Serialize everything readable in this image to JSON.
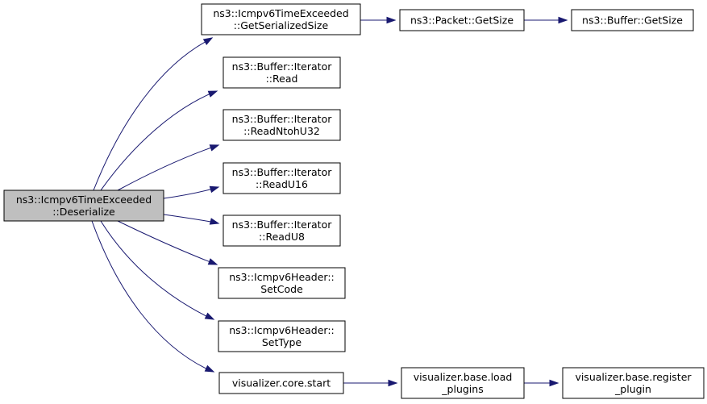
{
  "nodes": [
    {
      "id": "deserialize",
      "lines": [
        "ns3::Icmpv6TimeExceeded",
        "::Deserialize"
      ],
      "highlight": true
    },
    {
      "id": "get_serialized_size",
      "lines": [
        "ns3::Icmpv6TimeExceeded",
        "::GetSerializedSize"
      ]
    },
    {
      "id": "packet_get_size",
      "lines": [
        "ns3::Packet::GetSize"
      ]
    },
    {
      "id": "buffer_get_size",
      "lines": [
        "ns3::Buffer::GetSize"
      ]
    },
    {
      "id": "iterator_read",
      "lines": [
        "ns3::Buffer::Iterator",
        "::Read"
      ]
    },
    {
      "id": "iterator_read_ntohu32",
      "lines": [
        "ns3::Buffer::Iterator",
        "::ReadNtohU32"
      ]
    },
    {
      "id": "iterator_read_u16",
      "lines": [
        "ns3::Buffer::Iterator",
        "::ReadU16"
      ]
    },
    {
      "id": "iterator_read_u8",
      "lines": [
        "ns3::Buffer::Iterator",
        "::ReadU8"
      ]
    },
    {
      "id": "set_code",
      "lines": [
        "ns3::Icmpv6Header::",
        "SetCode"
      ]
    },
    {
      "id": "set_type",
      "lines": [
        "ns3::Icmpv6Header::",
        "SetType"
      ]
    },
    {
      "id": "core_start",
      "lines": [
        "visualizer.core.start"
      ]
    },
    {
      "id": "load_plugins",
      "lines": [
        "visualizer.base.load",
        "_plugins"
      ]
    },
    {
      "id": "register_plugin",
      "lines": [
        "visualizer.base.register",
        "_plugin"
      ]
    }
  ],
  "edges": [
    {
      "from": "deserialize",
      "to": "get_serialized_size"
    },
    {
      "from": "deserialize",
      "to": "iterator_read"
    },
    {
      "from": "deserialize",
      "to": "iterator_read_ntohu32"
    },
    {
      "from": "deserialize",
      "to": "iterator_read_u16"
    },
    {
      "from": "deserialize",
      "to": "iterator_read_u8"
    },
    {
      "from": "deserialize",
      "to": "set_code"
    },
    {
      "from": "deserialize",
      "to": "set_type"
    },
    {
      "from": "deserialize",
      "to": "core_start"
    },
    {
      "from": "get_serialized_size",
      "to": "packet_get_size"
    },
    {
      "from": "packet_get_size",
      "to": "buffer_get_size"
    },
    {
      "from": "core_start",
      "to": "load_plugins"
    },
    {
      "from": "load_plugins",
      "to": "register_plugin"
    }
  ],
  "colors": {
    "edge": "#191970",
    "root_fill": "#bfbfbf",
    "node_fill": "#ffffff",
    "border": "#000000"
  }
}
